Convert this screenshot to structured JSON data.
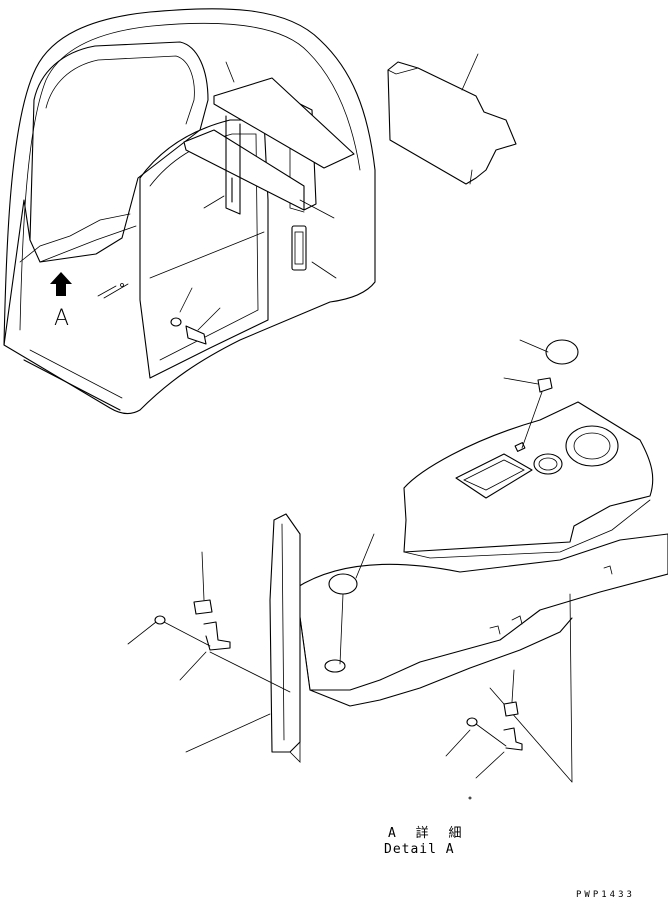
{
  "view_label": "A",
  "detail_caption_jp": "A 詳 細",
  "detail_caption_en": "Detail A",
  "drawing_code": "PWP1433"
}
